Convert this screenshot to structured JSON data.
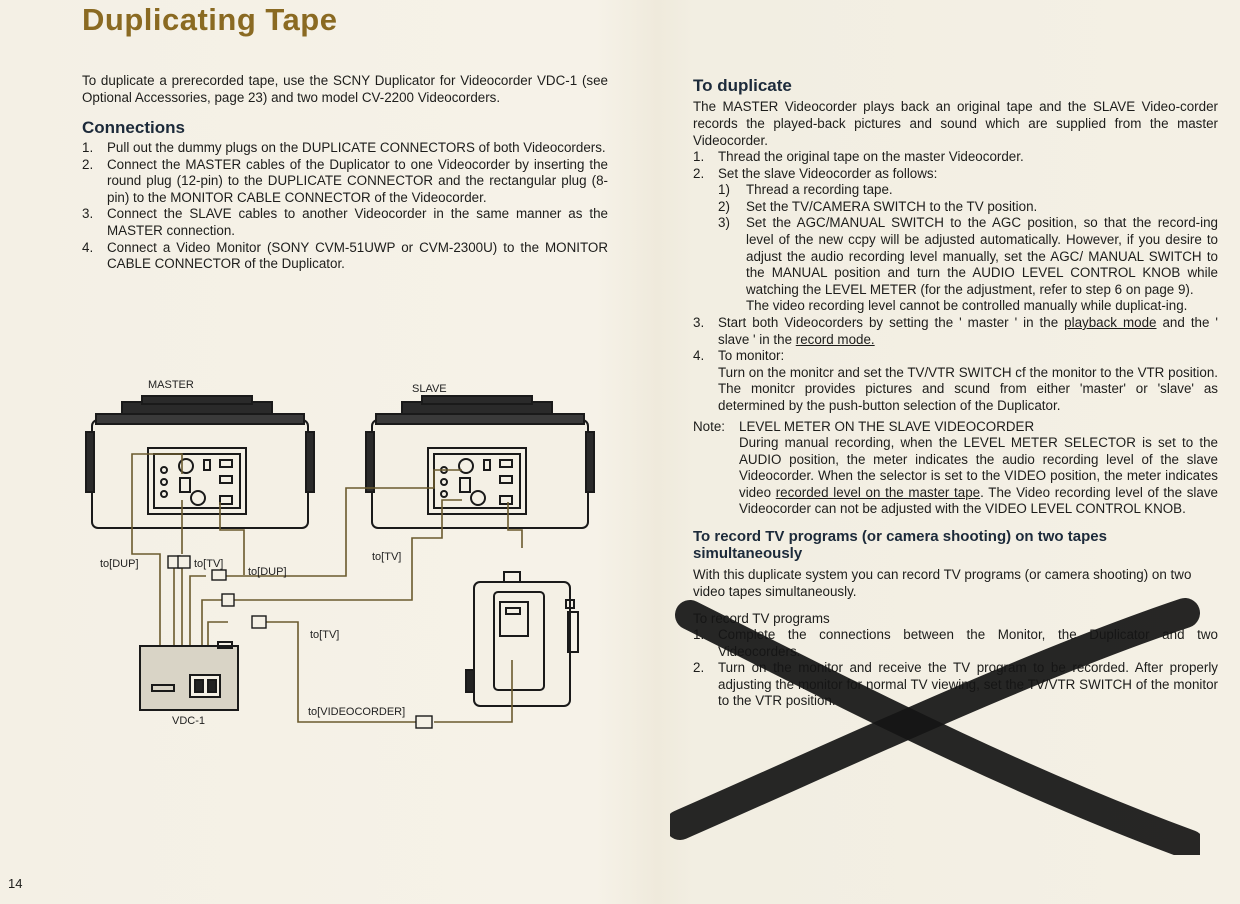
{
  "page": {
    "title": "Duplicating Tape",
    "page_number": "14"
  },
  "left": {
    "intro": "To duplicate a prerecorded tape, use the SCNY Duplicator for Videocorder VDC-1 (see Optional Accessories, page 23) and two model CV-2200 Videocorders.",
    "connections_heading": "Connections",
    "steps": [
      {
        "num": "1.",
        "text": "Pull out the dummy plugs on the DUPLICATE CONNECTORS of both Videocorders."
      },
      {
        "num": "2.",
        "text": "Connect the MASTER cables of the Duplicator to one Videocorder by inserting the round plug (12-pin) to the DUPLICATE CONNECTOR and the rectangular plug (8-pin) to the MONITOR CABLE CONNECTOR of the Videocorder."
      },
      {
        "num": "3.",
        "text": "Connect the SLAVE cables to another Videocorder in the same manner as the MASTER connection."
      },
      {
        "num": "4.",
        "text": "Connect a Video Monitor (SONY CVM-51UWP or CVM-2300U) to the MONITOR CABLE CONNECTOR of the Duplicator."
      }
    ]
  },
  "diagram": {
    "master_label": "MASTER",
    "slave_label": "SLAVE",
    "to_dup_left": "to[DUP]",
    "to_tv_1": "to[TV]",
    "to_dup_mid": "to[DUP]",
    "to_tv_2": "to[TV]",
    "to_tv_3": "to[TV]",
    "to_videocorder": "to[VIDEOCORDER]",
    "duplicator_label": "VDC-1"
  },
  "right": {
    "dup_heading": "To duplicate",
    "dup_intro": "The MASTER Videocorder plays back an original tape and the SLAVE Video-corder records the played-back pictures and sound which are supplied from the master Videocorder.",
    "step1": "Thread the original tape on the master Videocorder.",
    "step2": "Set the slave Videocorder as follows:",
    "sub1": "Thread a recording tape.",
    "sub2": "Set the TV/CAMERA SWITCH to the TV position.",
    "sub3": "Set the AGC/MANUAL SWITCH to the AGC position, so that the record-ing level of the new ccpy will be adjusted automatically. However, if you desire to adjust the audio recording level manually, set the AGC/ MANUAL SWITCH to the MANUAL position and turn the AUDIO LEVEL CONTROL KNOB while watching the LEVEL METER (for the adjustment, refer to step 6 on page 9).",
    "sub3b": "The video recording level cannot be controlled manually while duplicat-ing.",
    "step3_a": "Start both Videocorders by setting the ' master ' in the ",
    "step3_u1": "playback mode",
    "step3_b": " and the ' slave ' in the ",
    "step3_u2": "record mode.",
    "step4": "To monitor:",
    "step4b": "Turn on the monitcr and set the TV/VTR SWITCH cf the monitor to the VTR position. The monitcr provides pictures and scund from either 'master' or 'slave' as determined by the push-button selection of the Duplicator.",
    "note_label": "Note:",
    "note_head": "LEVEL METER ON THE SLAVE VIDEOCORDER",
    "note_a": "During manual recording, when the LEVEL METER SELECTOR is set to the AUDIO position, the meter indicates the audio recording level of the slave Videocorder. When the selector is set to the VIDEO position, the meter indicates video ",
    "note_u": "recorded level on the master tape",
    "note_b": ". The Video recording level of the slave Videocorder can not be adjusted with the VIDEO LEVEL CONTROL KNOB.",
    "rec_heading": "To record TV programs (or camera shooting) on two tapes simultaneously",
    "rec_intro": "With this duplicate system you can record TV programs (or camera shooting) on two video tapes simultaneously.",
    "rec_sub": "To record TV programs",
    "rec_step1": "Complete the connections between the Monitor, the Duplicator and two Videocorders.",
    "rec_step2": "Turn on the monitor and receive the TV program to be recorded. After properly adjusting the monitor for normal TV viewing, set the TV/VTR SWITCH of the monitor to the VTR position."
  },
  "colors": {
    "title": "#8a6a22",
    "ink": "#1d1d1b",
    "cross": "#151515"
  }
}
